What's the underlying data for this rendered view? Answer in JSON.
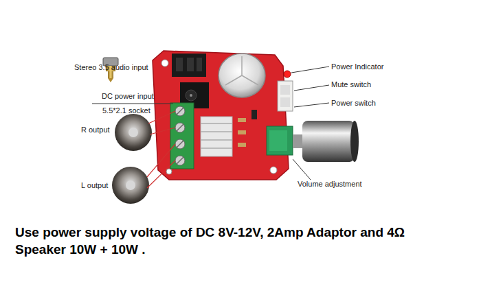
{
  "diagram": {
    "caption": "Use power supply voltage of DC 8V-12V, 2Amp Adaptor and 4Ω Speaker 10W + 10W .",
    "labels": [
      "Stereo 3.5 audio input",
      "DC power input",
      "5.5*2.1 socket",
      "R output",
      "L output",
      "Power Indicator",
      "Mute switch",
      "Power switch",
      "Volume adjustment"
    ]
  }
}
